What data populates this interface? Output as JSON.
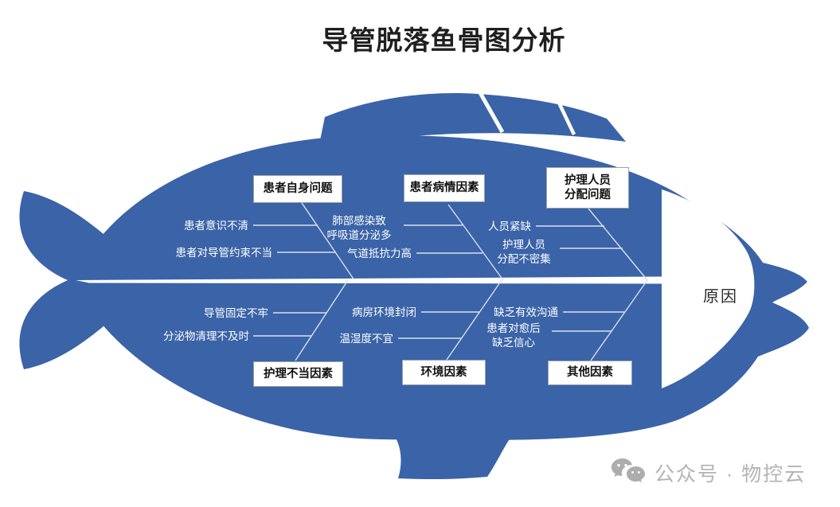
{
  "title": "导管脱落鱼骨图分析",
  "effect": {
    "label": "原因"
  },
  "top_groups": [
    {
      "category": "患者自身问题",
      "causes": [
        "患者意识不清",
        "患者对导管约束不当"
      ]
    },
    {
      "category": "患者病情因素",
      "causes": [
        "肺部感染致\n呼吸道分泌多",
        "气道抵抗力高"
      ]
    },
    {
      "category": "护理人员\n分配问题",
      "causes": [
        "人员紧缺",
        "护理人员\n分配不密集"
      ]
    }
  ],
  "bottom_groups": [
    {
      "category": "护理不当因素",
      "causes": [
        "导管固定不牢",
        "分泌物清理不及时"
      ]
    },
    {
      "category": "环境因素",
      "causes": [
        "病房环境封闭",
        "温湿度不宜"
      ]
    },
    {
      "category": "其他因素",
      "causes": [
        "缺乏有效沟通",
        "患者对愈后\n缺乏信心"
      ]
    }
  ],
  "watermark": {
    "icon": "wechat-icon",
    "text": "公众号 · 物控云"
  },
  "colors": {
    "fish_blue": "#3A63A8",
    "bone_line": "#D9E0EA",
    "box_border": "#9BA2AC",
    "title_text": "#1F1F1F",
    "cause_text": "#FFFFFF",
    "watermark_gray": "#B3B3B3"
  }
}
